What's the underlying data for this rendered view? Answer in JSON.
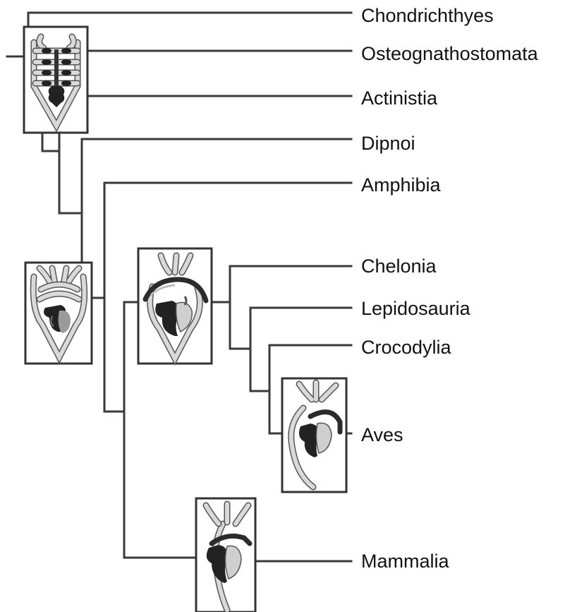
{
  "tree": {
    "taxa": [
      {
        "id": "chondrichthyes",
        "label": "Chondrichthyes"
      },
      {
        "id": "osteognathostomata",
        "label": "Osteognathostomata"
      },
      {
        "id": "actinistia",
        "label": "Actinistia"
      },
      {
        "id": "dipnoi",
        "label": "Dipnoi"
      },
      {
        "id": "amphibia",
        "label": "Amphibia"
      },
      {
        "id": "chelonia",
        "label": "Chelonia"
      },
      {
        "id": "lepidosauria",
        "label": "Lepidosauria"
      },
      {
        "id": "crocodylia",
        "label": "Crocodylia"
      },
      {
        "id": "aves",
        "label": "Aves"
      },
      {
        "id": "mammalia",
        "label": "Mammalia"
      }
    ],
    "heart_diagrams": [
      {
        "id": "fish-circulation-icon"
      },
      {
        "id": "lungfish-circulation-icon"
      },
      {
        "id": "reptile-circulation-icon"
      },
      {
        "id": "bird-circulation-icon"
      },
      {
        "id": "mammal-circulation-icon"
      }
    ]
  },
  "colors": {
    "line": "#3a3a3a",
    "text": "#111111",
    "dark_chamber": "#222222",
    "mid_chamber": "#9a9a9a",
    "light_vessel": "#d9d9d9"
  }
}
